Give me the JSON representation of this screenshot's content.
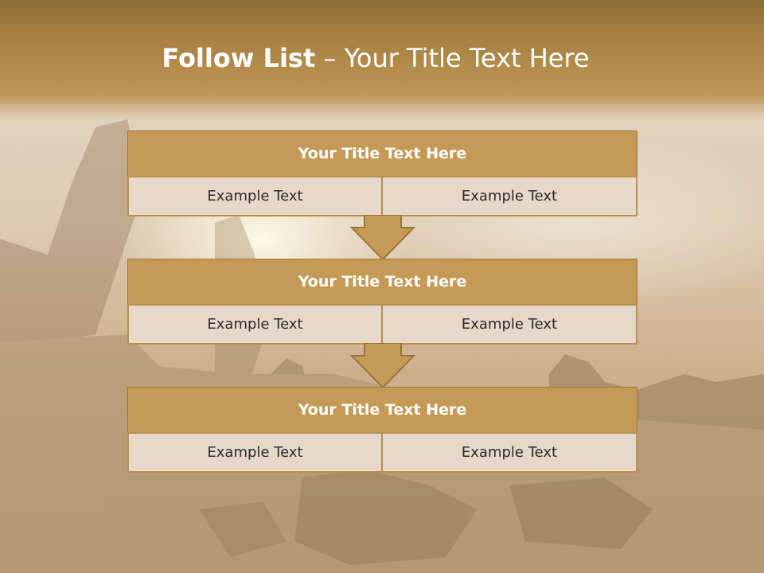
{
  "colors": {
    "header_top": "#8c6a35",
    "header_bottom": "#c0975a",
    "box_title_fill": "#c59a56",
    "box_cell_fill": "#e8d8c9",
    "border": "#b8904f",
    "arrow_fill": "#c59a56",
    "title_text": "#ffffff"
  },
  "title": {
    "bold": "Follow List",
    "separator": " – ",
    "rest": "Your Title Text Here"
  },
  "blocks": [
    {
      "title": "Your Title Text Here",
      "left": "Example Text",
      "right": "Example Text"
    },
    {
      "title": "Your Title Text Here",
      "left": "Example Text",
      "right": "Example Text"
    },
    {
      "title": "Your Title Text Here",
      "left": "Example Text",
      "right": "Example Text"
    }
  ],
  "icons": [
    "down-arrow-icon",
    "down-arrow-icon"
  ]
}
